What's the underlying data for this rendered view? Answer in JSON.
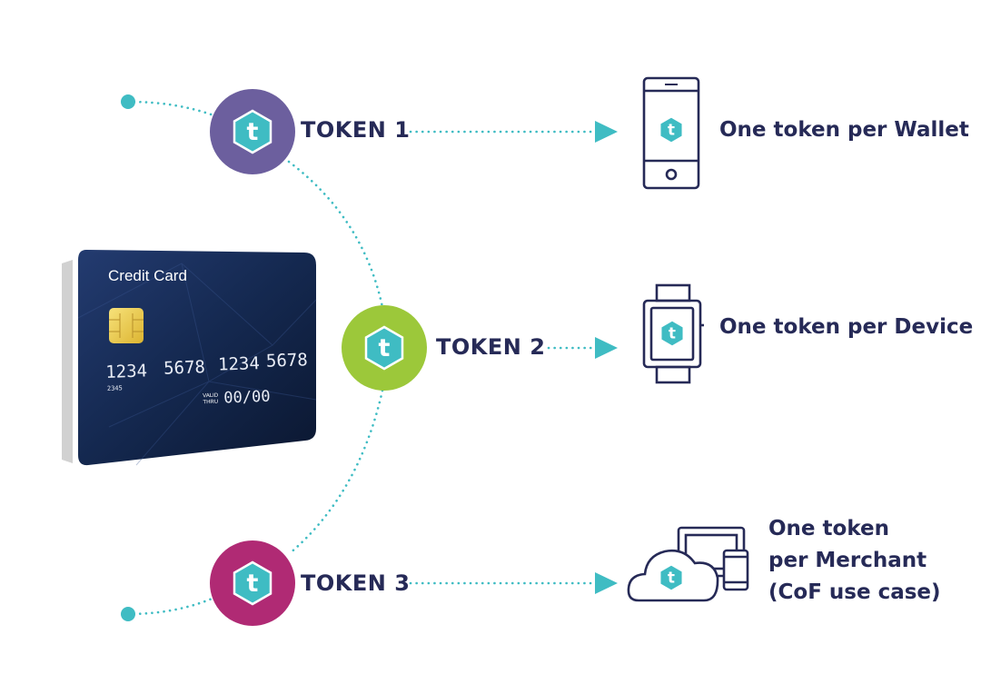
{
  "card": {
    "title": "Credit Card",
    "number_groups": [
      "1234",
      "5678",
      "1234",
      "5678"
    ],
    "small_number": "2345",
    "valid_label_1": "VALID",
    "valid_label_2": "THRU",
    "expiry": "00/00"
  },
  "tokens": [
    {
      "label": "TOKEN 1",
      "color": "#6c5f9e",
      "description": [
        "One token per Wallet"
      ],
      "device_icon": "smartphone-icon"
    },
    {
      "label": "TOKEN 2",
      "color": "#9cc83a",
      "description": [
        "One token per Device"
      ],
      "device_icon": "smartwatch-icon"
    },
    {
      "label": "TOKEN 3",
      "color": "#b02a74",
      "description": [
        "One token",
        "per Merchant",
        "(CoF use case)"
      ],
      "device_icon": "cloud-devices-icon"
    }
  ],
  "colors": {
    "accent_teal": "#3fbcc3",
    "navy_text": "#262a57",
    "card_background": "#12224a",
    "chip": "#f2d34a"
  }
}
